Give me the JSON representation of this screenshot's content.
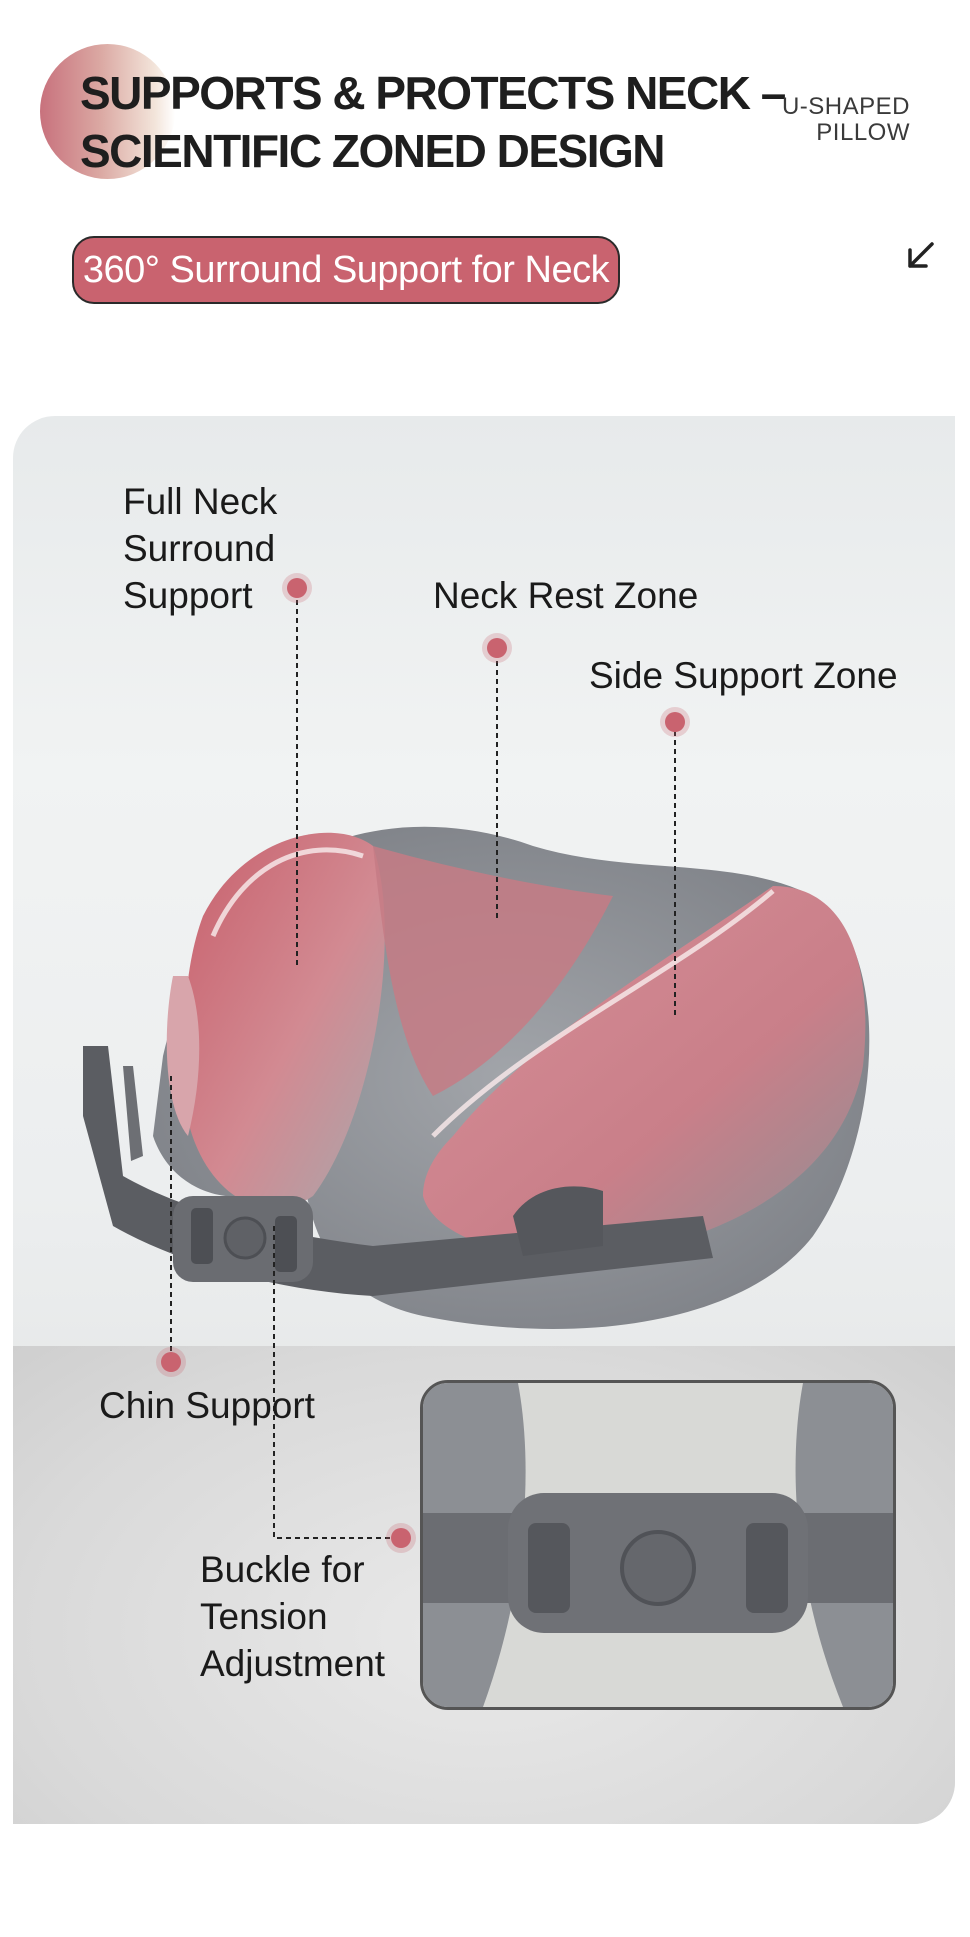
{
  "header": {
    "title_line1": "SUPPORTS & PROTECTS NECK –",
    "title_line2": "SCIENTIFIC ZONED DESIGN",
    "tag_line1": "U-SHAPED",
    "tag_line2": "PILLOW"
  },
  "badge": {
    "label": "360° Surround Support for Neck"
  },
  "icons": {
    "arrow": "arrow-down-left-icon"
  },
  "colors": {
    "accent": "#c9636f",
    "pillow_gray": "#8a8d92",
    "strap": "#5b5d62"
  },
  "callouts": {
    "full_neck_line1": "Full Neck",
    "full_neck_line2": "Surround",
    "full_neck_line3": "Support",
    "neck_rest": "Neck Rest Zone",
    "side_support": "Side Support Zone",
    "chin_support": "Chin Support",
    "buckle_line1": "Buckle for",
    "buckle_line2": "Tension",
    "buckle_line3": "Adjustment"
  }
}
